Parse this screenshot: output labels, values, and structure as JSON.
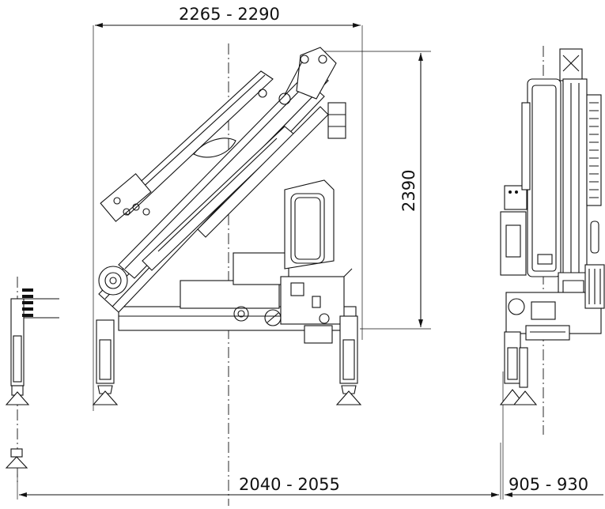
{
  "dimensions": {
    "top_width": "2265 - 2290",
    "height": "2390",
    "base_width": "2040 - 2055",
    "side_width": "905 - 930"
  },
  "icons": [
    "crane-side-view",
    "crane-rear-view",
    "stabilizer-leg-detail",
    "arrowhead"
  ]
}
